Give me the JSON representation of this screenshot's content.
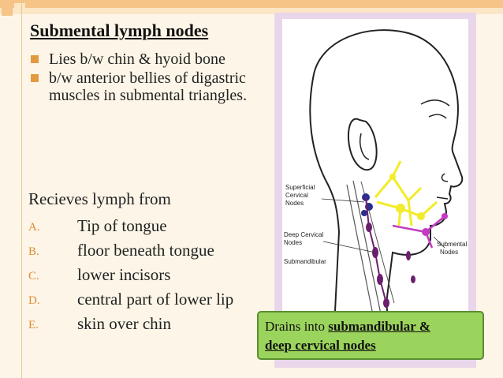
{
  "title": "Submental lymph nodes",
  "bullets": [
    "Lies b/w chin & hyoid bone",
    " b/w anterior bellies of digastric muscles in submental triangles."
  ],
  "recieves_label": "Recieves lymph from",
  "sources": [
    {
      "letter": "A.",
      "text": "Tip of tongue"
    },
    {
      "letter": "B.",
      "text": "floor beneath tongue"
    },
    {
      "letter": "C.",
      "text": "lower incisors"
    },
    {
      "letter": "D.",
      "text": "central part of lower lip"
    },
    {
      "letter": "E.",
      "text": "skin over chin"
    }
  ],
  "callout": {
    "prefix": "Drains into ",
    "emphasis_line1": "submandibular &",
    "emphasis_line2": "deep cervical nodes"
  },
  "figure_labels": {
    "superficial_1": "Superficial",
    "superficial_2": "Cervical",
    "superficial_3": "Nodes",
    "deep_1": "Deep Cervical",
    "deep_2": "Nodes",
    "submandibular": "Submandibular",
    "submental_1": "Submental",
    "submental_2": "Nodes"
  },
  "colors": {
    "accent": "#f6c486",
    "bullet": "#e39a3f",
    "letter": "#e08a32",
    "callout_bg": "#9bd45c",
    "node_blue": "#2b2f8c",
    "node_purple": "#6b1f6f",
    "node_magenta": "#c23bc2",
    "node_yellow": "#f2ec2a"
  }
}
